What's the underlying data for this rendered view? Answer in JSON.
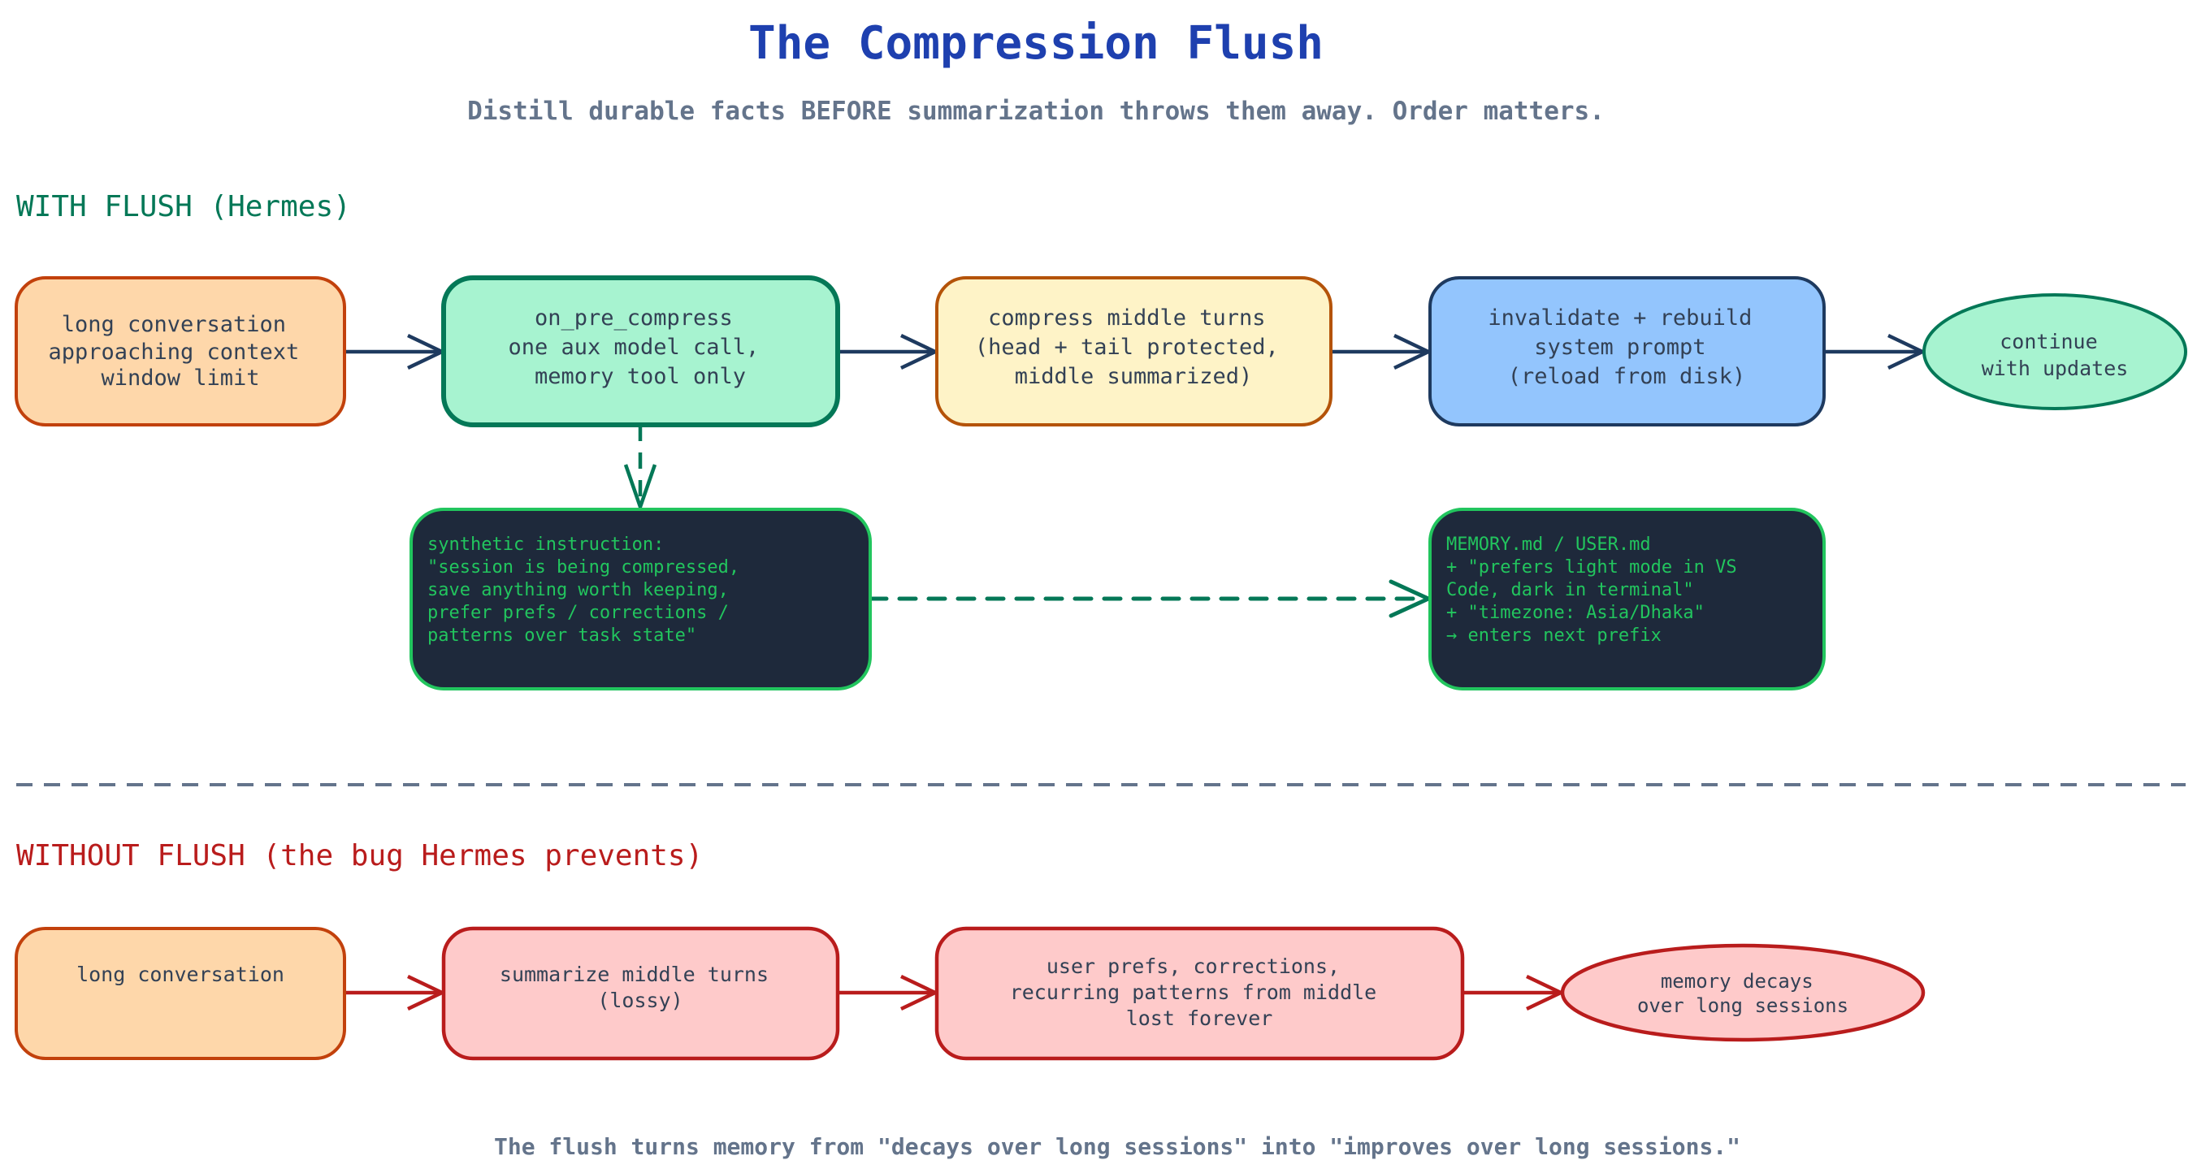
{
  "header": {
    "title": "The Compression Flush",
    "subtitle": "Distill durable facts BEFORE summarization throws them away. Order matters."
  },
  "colors": {
    "title": "#1e40af",
    "subtitle": "#64748b",
    "with_flush": "#047857",
    "without_flush": "#b91c1c",
    "arrow_dark": "#1e3a5f",
    "arrow_red": "#b91c1c",
    "arrow_green_dashed": "#047857",
    "divider": "#64748b"
  },
  "with_flush": {
    "label": "WITH FLUSH (Hermes)",
    "nodes": [
      {
        "id": "long-conversation",
        "lines": [
          "long conversation",
          "approaching context",
          "window limit"
        ],
        "fill": "#fed7aa",
        "stroke": "#c2410c"
      },
      {
        "id": "on-pre-compress",
        "lines": [
          "on_pre_compress",
          "one aux model call,",
          "memory tool only"
        ],
        "fill": "#a7f3d0",
        "stroke": "#047857"
      },
      {
        "id": "compress-middle-turns",
        "lines": [
          "compress middle turns",
          "(head + tail protected,",
          "middle summarized)"
        ],
        "fill": "#fef3c7",
        "stroke": "#b45309"
      },
      {
        "id": "invalidate-rebuild",
        "lines": [
          "invalidate + rebuild",
          "system prompt",
          "(reload from disk)"
        ],
        "fill": "#93c5fd",
        "stroke": "#1e3a5f"
      },
      {
        "id": "continue",
        "lines": [
          "continue",
          "with updates"
        ],
        "fill": "#a7f3d0",
        "stroke": "#047857"
      }
    ],
    "synthetic_instruction": {
      "lines": [
        "synthetic instruction:",
        "\"session is being compressed,",
        "save anything worth keeping,",
        "prefer prefs / corrections /",
        "patterns over task state\""
      ],
      "fill": "#1e293b",
      "stroke": "#22c55e",
      "text": "#22c55e"
    },
    "memory_files": {
      "lines": [
        "MEMORY.md / USER.md",
        "+ \"prefers light mode in VS",
        "Code, dark in terminal\"",
        "+ \"timezone: Asia/Dhaka\"",
        "→ enters next prefix"
      ],
      "fill": "#1e293b",
      "stroke": "#22c55e",
      "text": "#22c55e"
    }
  },
  "without_flush": {
    "label": "WITHOUT FLUSH (the bug Hermes prevents)",
    "nodes": [
      {
        "id": "long-conversation",
        "lines": [
          "long conversation"
        ],
        "fill": "#fed7aa",
        "stroke": "#c2410c"
      },
      {
        "id": "summarize-middle",
        "lines": [
          "summarize middle turns",
          "(lossy)"
        ],
        "fill": "#fecaca",
        "stroke": "#b91c1c"
      },
      {
        "id": "lost-forever",
        "lines": [
          "user prefs, corrections,",
          "recurring patterns from middle",
          "lost forever"
        ],
        "fill": "#fecaca",
        "stroke": "#b91c1c"
      },
      {
        "id": "memory-decays",
        "lines": [
          "memory decays",
          "over long sessions"
        ],
        "fill": "#fecaca",
        "stroke": "#b91c1c"
      }
    ]
  },
  "footer": "The flush turns memory from \"decays over long sessions\" into \"improves over long sessions.\""
}
